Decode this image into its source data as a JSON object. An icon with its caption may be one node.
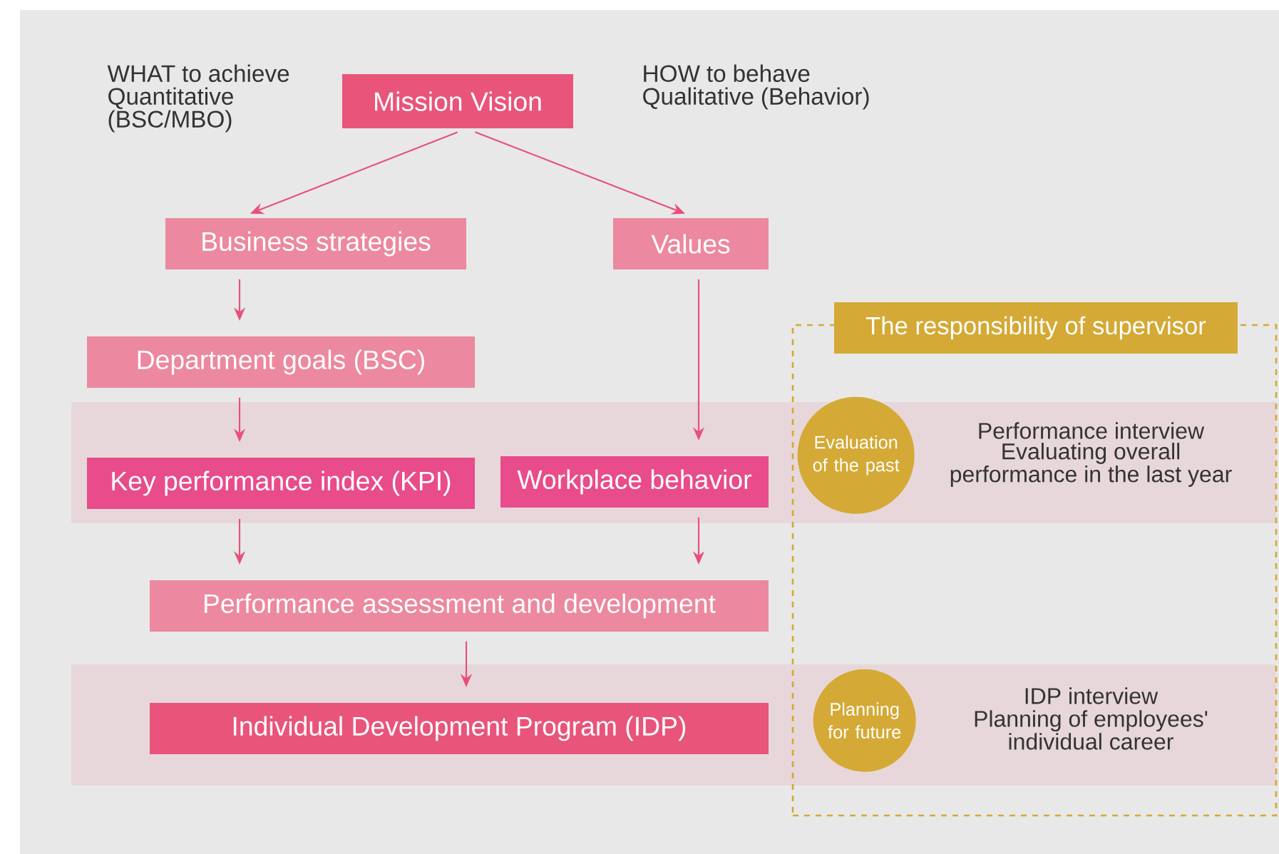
{
  "diagram": {
    "nodes": [
      {
        "text": [
          "Mission Vision"
        ]
      },
      {
        "text": [
          "Business strategies"
        ]
      },
      {
        "text": [
          "Values"
        ]
      },
      {
        "text": [
          "Department goals (BSC)"
        ]
      },
      {
        "text": [
          "Key performance index (KPI)"
        ]
      },
      {
        "text": [
          "Workplace behavior"
        ]
      },
      {
        "text": [
          "Performance assessment and development"
        ]
      },
      {
        "text": [
          "Individual Development Program (IDP)"
        ]
      },
      {
        "text": [
          "The responsibility of supervisor"
        ]
      },
      {
        "text": [
          "Evaluation of the past"
        ],
        "in": 8
      },
      {
        "text": [
          "Planning for future"
        ],
        "in": 8
      }
    ],
    "edges": [
      {
        "from": 0,
        "to": 1,
        "arrow": "to"
      },
      {
        "from": 0,
        "to": 2,
        "arrow": "to"
      },
      {
        "from": 1,
        "to": 3,
        "arrow": "to"
      },
      {
        "from": 3,
        "to": 4,
        "arrow": "to"
      },
      {
        "from": 2,
        "to": 5,
        "arrow": "to"
      },
      {
        "from": 4,
        "to": 6,
        "arrow": "to"
      },
      {
        "from": 5,
        "to": 6,
        "arrow": "to"
      },
      {
        "from": 6,
        "to": 7,
        "arrow": "to"
      }
    ],
    "labels": [
      "WHAT to achieve Quantitative (BSC/MBO)",
      "HOW to behave Qualitative (Behavior)",
      "Performance interview",
      "Evaluating overall performance in the last year",
      "IDP interview",
      "Planning of employees' individual career"
    ]
  }
}
